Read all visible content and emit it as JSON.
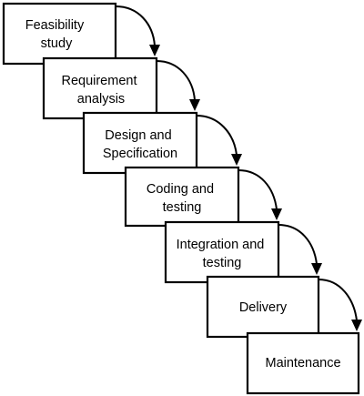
{
  "diagram": {
    "type": "waterfall",
    "stages": [
      {
        "id": "feasibility",
        "lines": [
          "Feasibility",
          "study"
        ]
      },
      {
        "id": "requirement",
        "lines": [
          "Requirement",
          "analysis"
        ]
      },
      {
        "id": "design",
        "lines": [
          "Design and",
          "Specification"
        ]
      },
      {
        "id": "coding",
        "lines": [
          "Coding and",
          "testing"
        ]
      },
      {
        "id": "integration",
        "lines": [
          "Integration and",
          "testing"
        ]
      },
      {
        "id": "delivery",
        "lines": [
          "Delivery"
        ]
      },
      {
        "id": "maintenance",
        "lines": [
          "Maintenance"
        ]
      }
    ],
    "colors": {
      "line": "#000000",
      "box_fill": "#ffffff",
      "background": "#ffffff"
    }
  }
}
